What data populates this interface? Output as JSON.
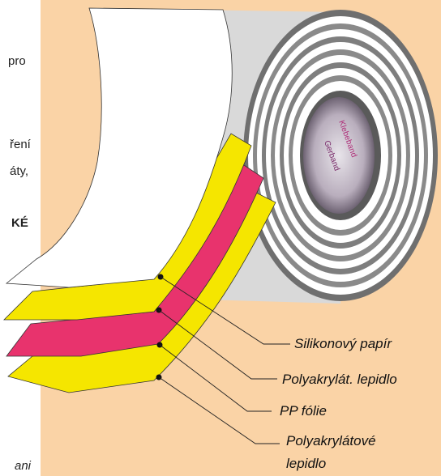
{
  "left_text": {
    "line1": "pro",
    "line2": "ření",
    "line3": "áty,",
    "line4": "KÉ",
    "line5": "ani"
  },
  "roll_brand": [
    "Gerband",
    "Klebeband"
  ],
  "layers": [
    {
      "label": "Silikonový papír",
      "color": "#ffffff"
    },
    {
      "label": "Polyakrylát. lepidlo",
      "color": "#f5e600"
    },
    {
      "label": "PP fólie",
      "color": "#e8336d"
    },
    {
      "label": "Polyakrylátové lepidlo",
      "color": "#f5e600"
    }
  ],
  "last_label_lines": [
    "Polyakrylátové",
    "lepidlo"
  ],
  "colors": {
    "background_panel": "#fad3a6",
    "liner": "#ffffff",
    "adhesive": "#f5e600",
    "film": "#e8336d",
    "roll_shadow": "#7c7c7c",
    "core": "#9a8aa0"
  }
}
